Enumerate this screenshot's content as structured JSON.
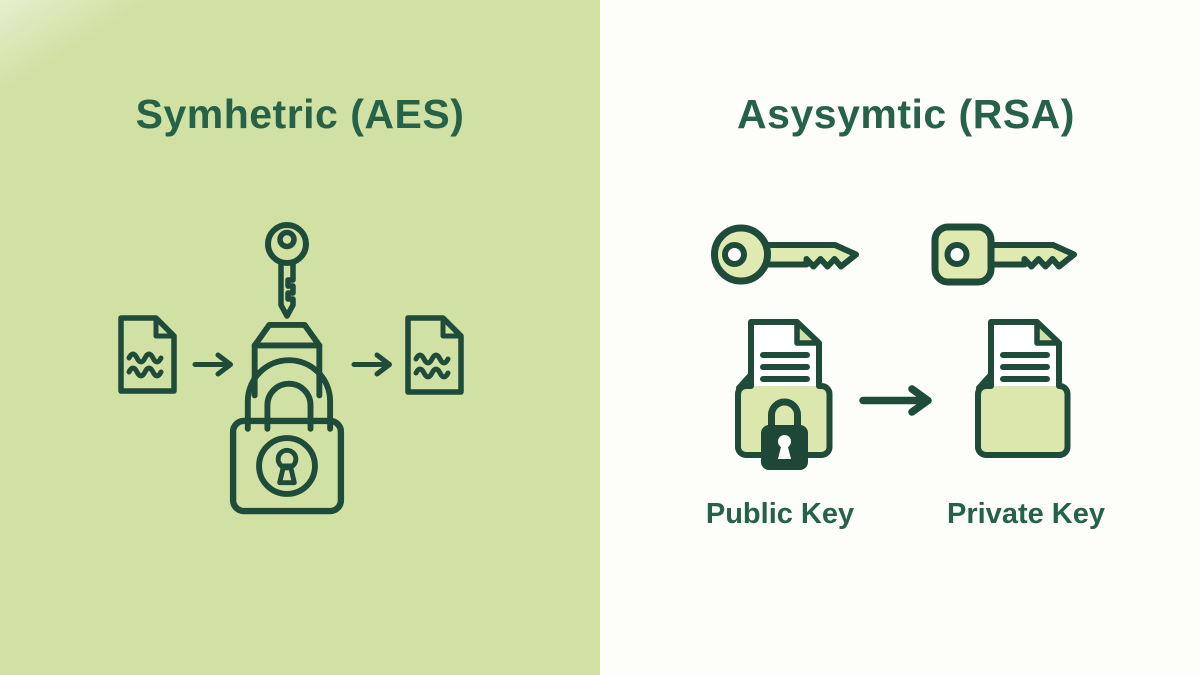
{
  "left_panel": {
    "title": "Symhetric (AES)",
    "icons": [
      "plaintext-document-icon",
      "arrow-right-icon",
      "key-icon",
      "padlock-icon",
      "arrow-right-icon",
      "ciphertext-document-icon"
    ]
  },
  "right_panel": {
    "title": "Asysymtic (RSA)",
    "public_key_label": "Public Key",
    "private_key_label": "Private Key",
    "icons": [
      "round-key-icon",
      "square-key-icon",
      "locked-document-box-icon",
      "arrow-right-icon",
      "unlocked-document-box-icon"
    ]
  },
  "colors": {
    "left_background": "#d1e1a4",
    "right_background": "#fdfdfa",
    "icon_green": "#1e4b3a",
    "title_green": "#266247",
    "key_fill": "#dfeab1",
    "folder_fill": "#dbe7ac",
    "fold_fill": "#cde2a2",
    "lock_body": "#1e4737",
    "white": "#ffffff"
  }
}
